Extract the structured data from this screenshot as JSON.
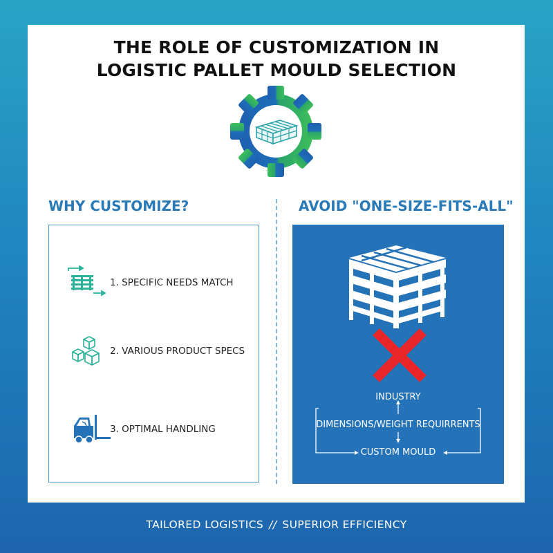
{
  "title": {
    "line1": "THE ROLE OF CUSTOMIZATION IN",
    "line2": "LOGISTIC PALLET MOULD SELECTION"
  },
  "left_section": {
    "heading": "WHY CUSTOMIZE?",
    "items": [
      {
        "label": "1. SPECIFIC NEEDS MATCH",
        "icon": "pallet-arrows-icon"
      },
      {
        "label": "2. VARIOUS PRODUCT SPECS",
        "icon": "boxes-icon"
      },
      {
        "label": "3. OPTIMAL HANDLING",
        "icon": "forklift-icon"
      }
    ]
  },
  "right_section": {
    "heading": "AVOID \"ONE-SIZE-FITS-ALL\"",
    "icons": [
      "pallet-stack-icon",
      "red-x-icon"
    ],
    "flow": {
      "top": "INDUSTRY",
      "middle": "DIMENSIONS/WEIGHT REQUIRRENTS",
      "bottom": "CUSTOM MOULD"
    }
  },
  "footer": {
    "left": "TAILORED LOGISTICS",
    "separator": "//",
    "right": "SUPERIOR EFFICIENCY"
  },
  "colors": {
    "background_top": "#2aa3c6",
    "background_bottom": "#1d65ad",
    "heading_blue": "#2a7ab8",
    "panel_blue": "#2472b8",
    "icon_teal": "#2bb39a",
    "red_x": "#e8262a"
  }
}
